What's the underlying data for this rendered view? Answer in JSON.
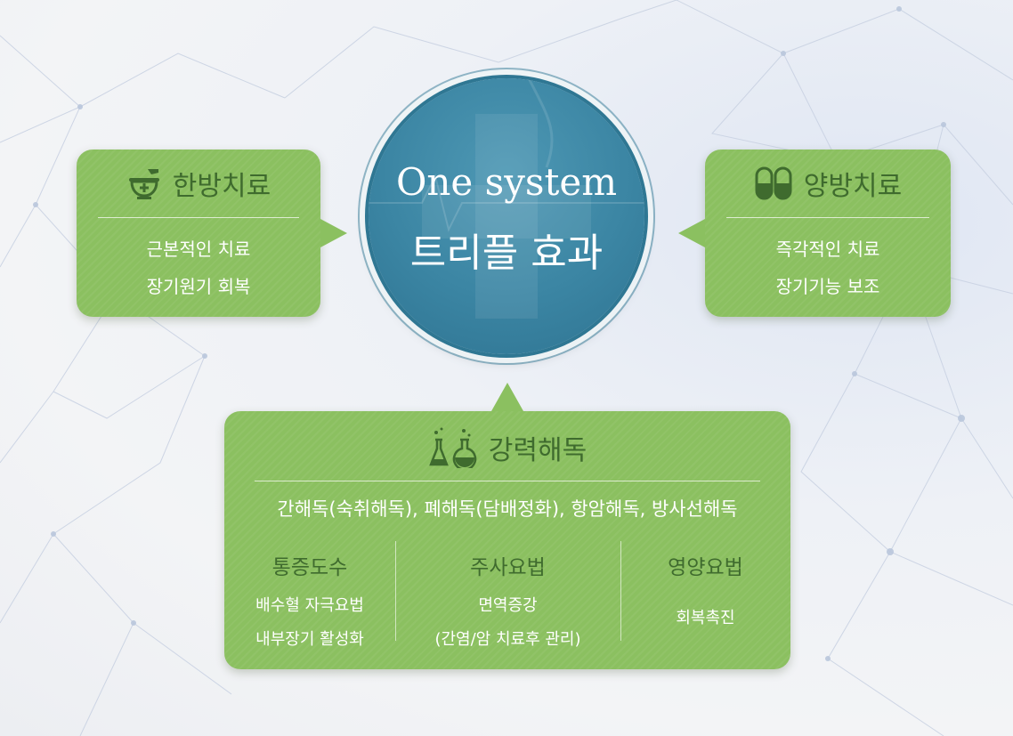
{
  "center": {
    "line1": "One system",
    "line2": "트리플 효과"
  },
  "left_card": {
    "icon": "mortar-pestle-icon",
    "title": "한방치료",
    "lines": [
      "근본적인 치료",
      "장기원기 회복"
    ]
  },
  "right_card": {
    "icon": "capsule-icon",
    "title": "양방치료",
    "lines": [
      "즉각적인 치료",
      "장기기능 보조"
    ]
  },
  "bottom_card": {
    "icon": "flask-icon",
    "title": "강력해독",
    "subtitle": "간해독(숙취해독), 폐해독(담배정화), 항암해독, 방사선해독",
    "columns": [
      {
        "title": "통증도수",
        "lines": [
          "배수혈 자극요법",
          "내부장기 활성화"
        ]
      },
      {
        "title": "주사요법",
        "lines": [
          "면역증강",
          "(간염/암 치료후 관리)"
        ]
      },
      {
        "title": "영양요법",
        "lines": [
          "회복촉진"
        ]
      }
    ]
  },
  "colors": {
    "card_green": "#8bc060",
    "title_green": "#3f6b2e",
    "circle_blue": "#3b85a3"
  }
}
